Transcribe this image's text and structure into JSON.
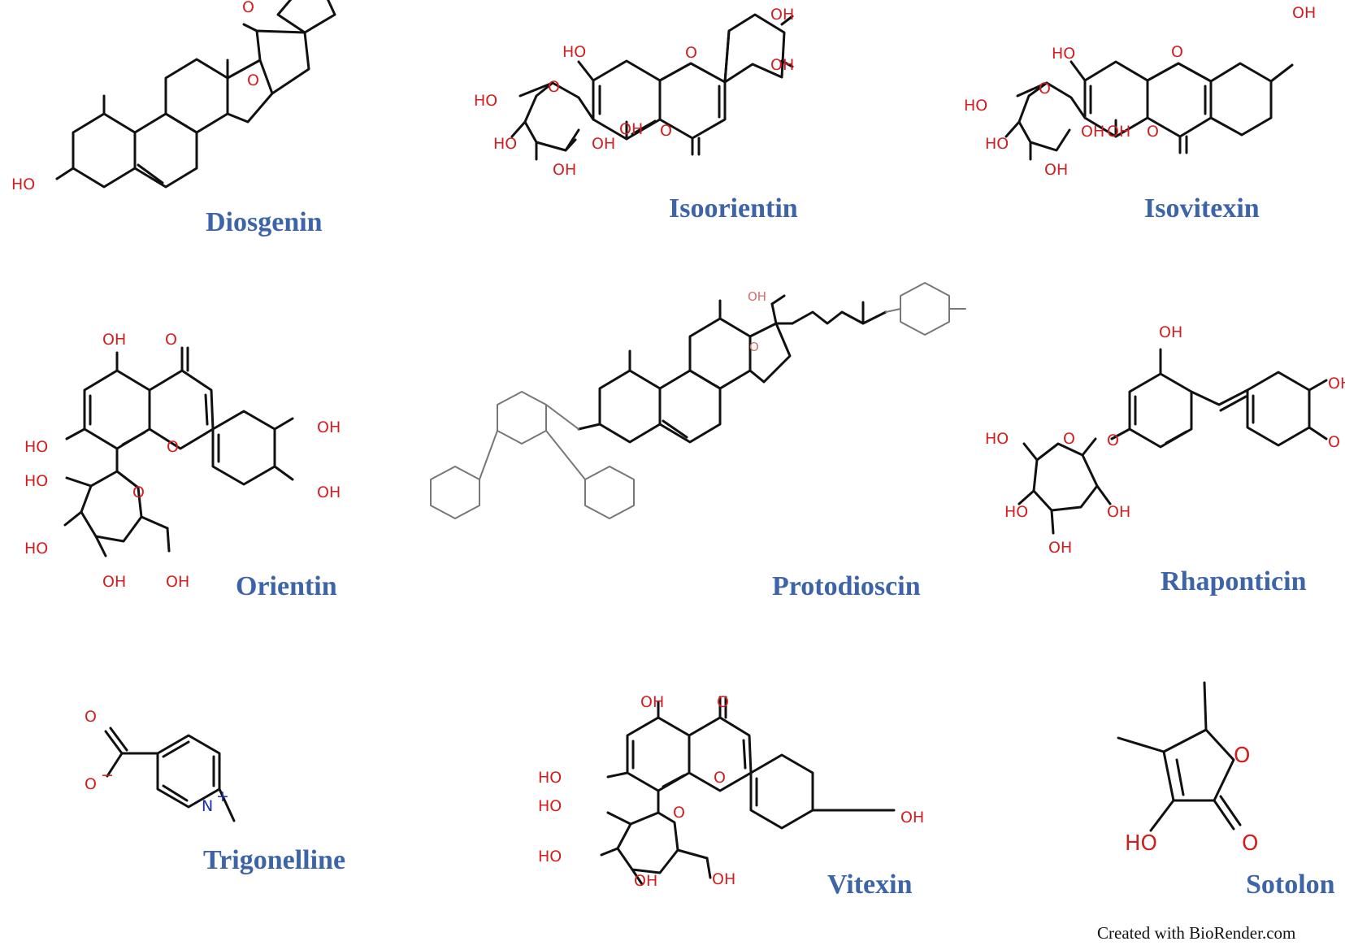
{
  "figure": {
    "credit": "Created with BioRender.com",
    "colors": {
      "name": "#3d63a8",
      "bond": "#111111",
      "hetero": "#d21e1e",
      "background": "#ffffff"
    }
  },
  "compounds": [
    {
      "name": "Diosgenin",
      "atoms": {
        "ho": "HO",
        "o1": "O",
        "o2": "O"
      }
    },
    {
      "name": "Isoorientin",
      "atoms": {
        "ho_ch2": "HO",
        "o_ring": "O",
        "ho1": "HO",
        "ho2": "HO",
        "oh1": "OH",
        "oh2": "OH",
        "oh3": "OH",
        "o_keto": "O",
        "o_pyran": "O",
        "oh4": "OH",
        "oh5": "OH"
      }
    },
    {
      "name": "Isovitexin",
      "atoms": {
        "ho_ch2": "HO",
        "o_ring": "O",
        "ho1": "HO",
        "ho2": "HO",
        "oh1": "OH",
        "oh2": "OH",
        "oh3": "OH",
        "o_keto": "O",
        "o_pyran": "O",
        "oh4": "OH"
      }
    },
    {
      "name": "Orientin",
      "atoms": {
        "oh_top": "OH",
        "o_keto": "O",
        "ho_a": "HO",
        "o_pyran": "O",
        "oh_b1": "OH",
        "oh_b2": "OH",
        "ho1": "HO",
        "o_sugar": "O",
        "ho2": "HO",
        "oh3": "OH",
        "oh4": "OH"
      }
    },
    {
      "name": "Protodioscin",
      "atoms": {
        "oh": "OH",
        "o": "O"
      }
    },
    {
      "name": "Rhaponticin",
      "atoms": {
        "oh_top": "OH",
        "o_link": "O",
        "oh_b": "OH",
        "ome": "O",
        "ho_ch2": "HO",
        "o_sugar": "O",
        "ho1": "HO",
        "oh1": "OH",
        "oh2": "OH"
      }
    },
    {
      "name": "Trigonelline",
      "atoms": {
        "o1": "O",
        "o2": "O",
        "charge_minus": "−",
        "n": "N",
        "charge_plus": "+"
      }
    },
    {
      "name": "Vitexin",
      "atoms": {
        "oh_top": "OH",
        "o_keto": "O",
        "ho_a": "HO",
        "o_pyran": "O",
        "oh_b": "OH",
        "ho1": "HO",
        "o_sugar": "O",
        "ho2": "HO",
        "oh3": "OH",
        "oh4": "OH"
      }
    },
    {
      "name": "Sotolon",
      "atoms": {
        "o_ring": "O",
        "o_keto": "O",
        "ho": "HO"
      }
    }
  ]
}
